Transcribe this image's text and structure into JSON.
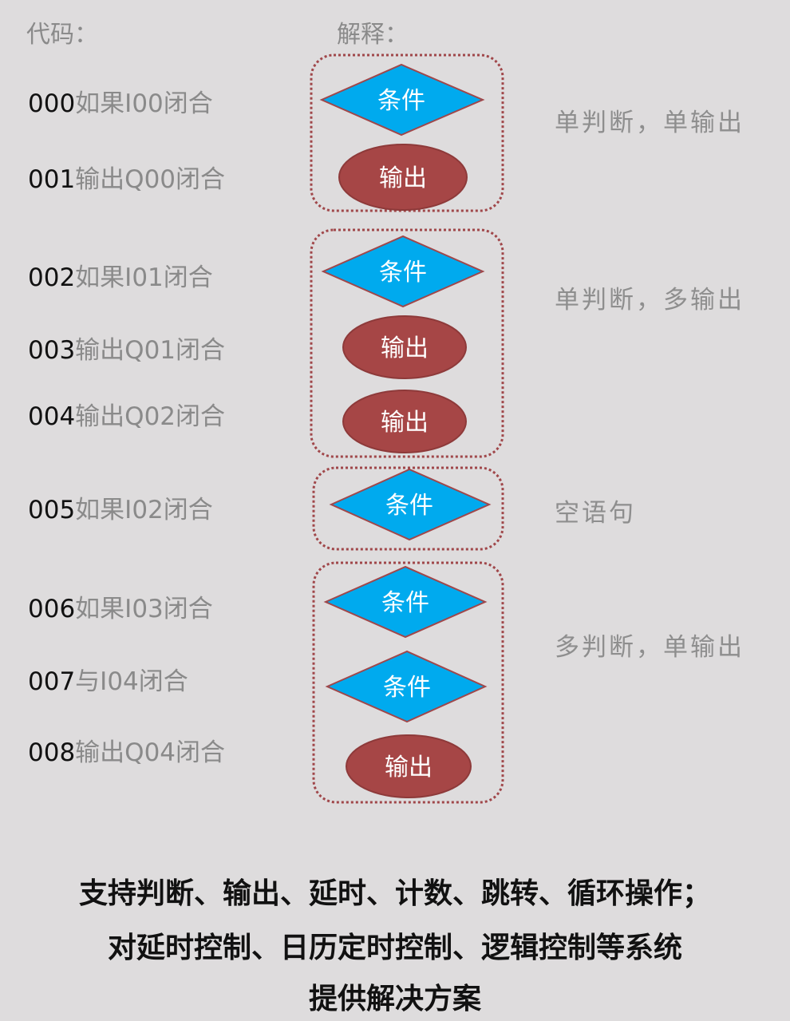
{
  "headers": {
    "code": "代码：",
    "explain": "解释："
  },
  "code_lines": [
    {
      "num": "000",
      "text": "如果I00闭合"
    },
    {
      "num": "001",
      "text": "输出Q00闭合"
    },
    {
      "num": "002",
      "text": "如果I01闭合"
    },
    {
      "num": "003",
      "text": "输出Q01闭合"
    },
    {
      "num": "004",
      "text": "输出Q02闭合"
    },
    {
      "num": "005",
      "text": "如果I02闭合"
    },
    {
      "num": "006",
      "text": "如果I03闭合"
    },
    {
      "num": "007",
      "text": "与I04闭合"
    },
    {
      "num": "008",
      "text": "输出Q04闭合"
    }
  ],
  "shapes": {
    "condition_label": "条件",
    "output_label": "输出",
    "condition_color": "#00aaee",
    "output_color": "#a64646",
    "group_border_color": "#a0474a"
  },
  "notes": [
    "单判断，单输出",
    "单判断，多输出",
    "空语句",
    "多判断，单输出"
  ],
  "footer": {
    "line1": "支持判断、输出、延时、计数、跳转、循环操作；",
    "line2": "对延时控制、日历定时控制、逻辑控制等系统",
    "line3": "提供解决方案"
  }
}
